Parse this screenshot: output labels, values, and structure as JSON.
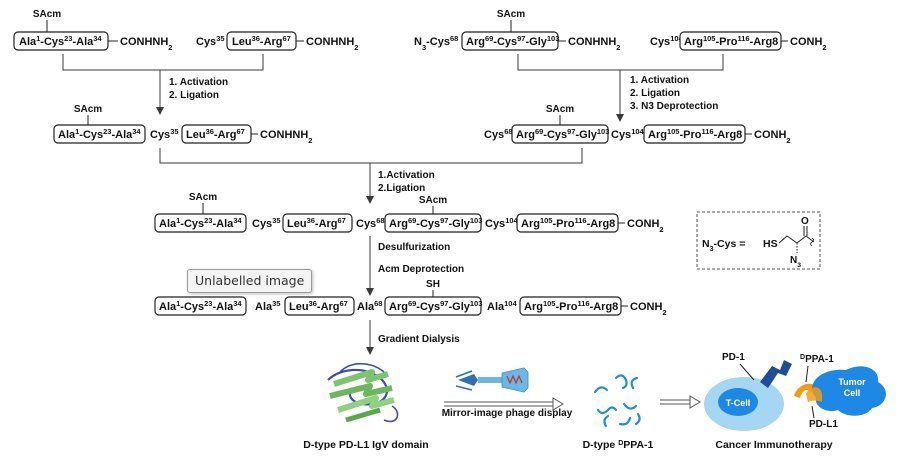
{
  "frag": {
    "A": [
      "Ala",
      "1",
      "-Cys",
      "23",
      "-Ala",
      "34"
    ],
    "L": [
      "Leu",
      "36",
      "-Arg",
      "67"
    ],
    "R": [
      "Arg",
      "69",
      "-Cys",
      "97",
      "-Gly",
      "103"
    ],
    "P": [
      "Arg",
      "105",
      "-Pro",
      "116",
      "-Arg8"
    ]
  },
  "piece": {
    "cys35": [
      "Cys",
      "35"
    ],
    "cys68": [
      "Cys",
      "68"
    ],
    "cys104": [
      "Cys",
      "104"
    ],
    "ala35": [
      "Ala",
      "35"
    ],
    "ala68": [
      "Ala",
      "68"
    ],
    "ala104": [
      "Ala",
      "104"
    ],
    "n3cys68": [
      "N",
      "3",
      "-Cys",
      "68"
    ]
  },
  "term": {
    "hydrazide": [
      "CONHNH",
      "2"
    ],
    "amide": [
      "CONH",
      "2"
    ]
  },
  "sacm": "SAcm",
  "sh": "SH",
  "steps": {
    "s1": [
      "1. Activation",
      "2. Ligation"
    ],
    "s2": [
      "1. Activation",
      "2. Ligation",
      "3. N3 Deprotection"
    ],
    "s3": [
      "1.Activation",
      "2.Ligation"
    ],
    "desulf": "Desulfurization",
    "acm": "Acm Deprotection",
    "dialysis": "Gradient Dialysis"
  },
  "inset": {
    "lhs": [
      "N",
      "3",
      "-Cys ="
    ],
    "hs": "HS",
    "o": "O",
    "n3": [
      "N",
      "3"
    ]
  },
  "bottom": {
    "protein": "D-type PD-L1 IgV domain",
    "phage": "Mirror-image phage display",
    "dppa": [
      "D-type ",
      "D",
      "PPA-1"
    ],
    "cancer": "Cancer Immunotherapy",
    "pd1": "PD-1",
    "dppa_label": [
      "D",
      "PPA-1"
    ],
    "tumor": [
      "Tumor",
      "Cell"
    ],
    "tcell": "T-Cell",
    "pdl1": "PD-L1"
  },
  "tooltip": "Unlabelled image",
  "colors": {
    "arrow": "#3a3a3a",
    "phage_head": "#6bb8e6",
    "phage_tail": "#2f6fb3",
    "insert": "#c0392b",
    "tcell": "#a5d6f2",
    "tcell_core": "#1e88e5",
    "pd1": "#1f4e96",
    "tumor": "#1e88e5",
    "dppa": "#f39c12",
    "squiggle": "#1e90d6",
    "protein_green": "#7cc46d",
    "protein_blue": "#3a4fb0"
  }
}
